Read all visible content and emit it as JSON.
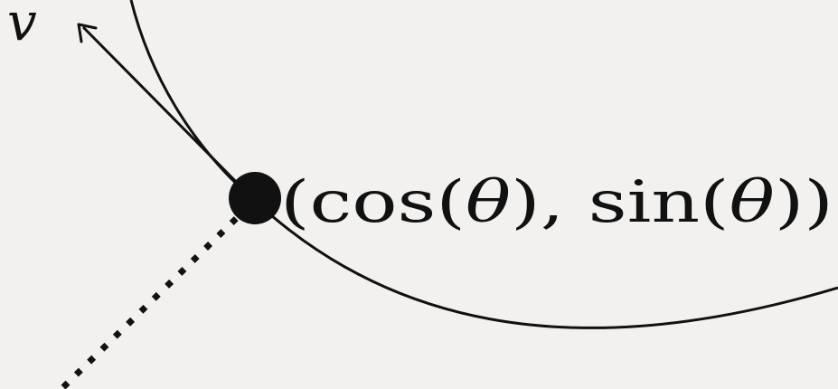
{
  "diagram": {
    "vector_label": "v",
    "point_label": {
      "open_paren": "(",
      "cos_fn": "cos",
      "cos_open": "(",
      "cos_arg": "θ",
      "cos_close": ")",
      "separator": ", ",
      "sin_fn": "sin",
      "sin_open": "(",
      "sin_arg": "θ",
      "sin_close": ")",
      "close_paren": ")"
    },
    "colors": {
      "background": "#f2f1ef",
      "ink": "#111111"
    }
  }
}
